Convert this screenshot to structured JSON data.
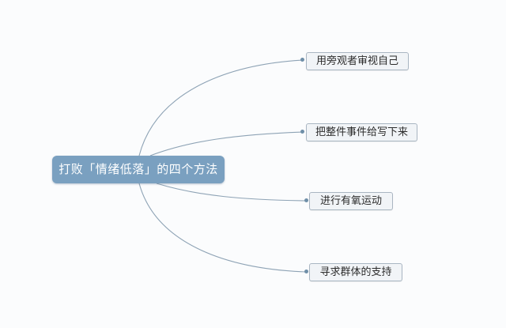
{
  "mindmap": {
    "root": {
      "label": "打败「情绪低落」的四个方法",
      "fill_color": "#7aa0c0",
      "text_color": "#ffffff"
    },
    "children": [
      {
        "label": "用旁观者审视自己"
      },
      {
        "label": "把整件事件给写下来"
      },
      {
        "label": "进行有氧运动"
      },
      {
        "label": "寻求群体的支持"
      }
    ],
    "colors": {
      "background": "#fbfcfd",
      "link_line": "#8ea3b5",
      "child_fill": "#f1f4f7",
      "child_border": "#a9b6c2",
      "connector_dot": "#6f8fa8"
    }
  }
}
